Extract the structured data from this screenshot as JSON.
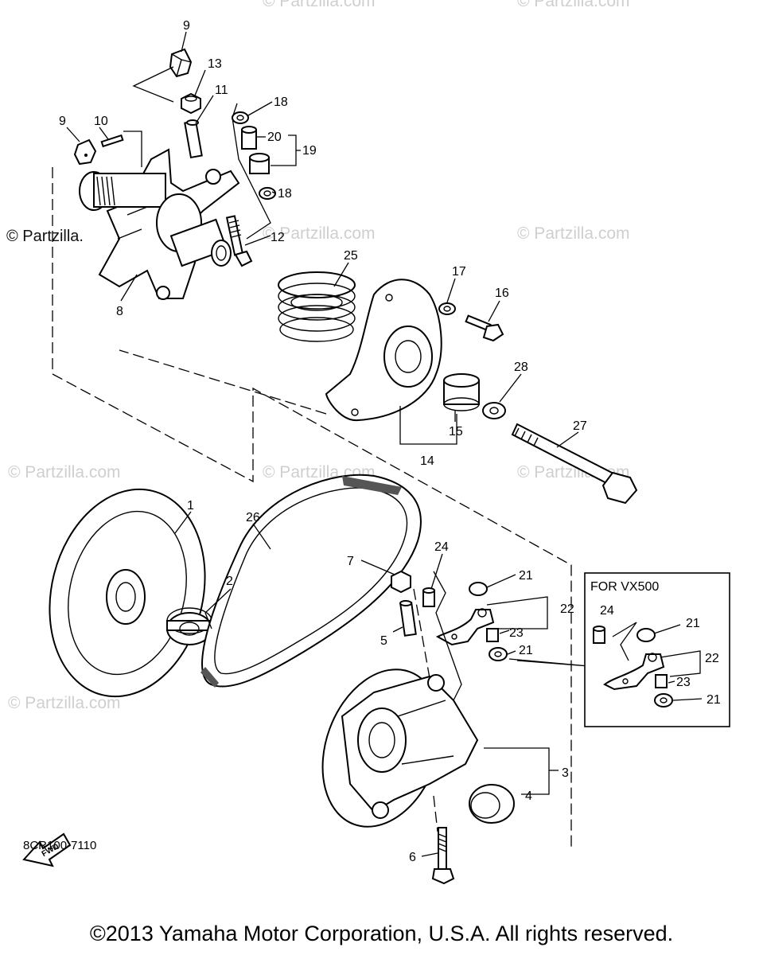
{
  "watermarks": [
    "© Partzilla.com",
    "© Partzilla.com",
    "© Partzilla.com",
    "© Partzilla.com",
    "© Partzilla.com",
    "© Partzilla.com",
    "© Partzilla.com",
    "© Partzilla.com"
  ],
  "corner_watermark": "© Partzilla.",
  "callouts": {
    "c1": "1",
    "c2": "2",
    "c3": "3",
    "c4": "4",
    "c5": "5",
    "c6": "6",
    "c7": "7",
    "c8": "8",
    "c9a": "9",
    "c9b": "9",
    "c10": "10",
    "c11": "11",
    "c12": "12",
    "c13": "13",
    "c14": "14",
    "c15": "15",
    "c16": "16",
    "c17": "17",
    "c18a": "18",
    "c18b": "18",
    "c19": "19",
    "c20": "20",
    "c21a": "21",
    "c21b": "21",
    "c22": "22",
    "c23": "23",
    "c24": "24",
    "c25": "25",
    "c26": "26",
    "c27": "27",
    "c28": "28"
  },
  "inset": {
    "title": "FOR VX500",
    "c21a": "21",
    "c21b": "21",
    "c22": "22",
    "c23": "23",
    "c24": "24"
  },
  "fwd_label": "FWD",
  "diagram_code": "8CR100-7110",
  "copyright": "©2013  Yamaha Motor Corporation, U.S.A. All rights reserved."
}
